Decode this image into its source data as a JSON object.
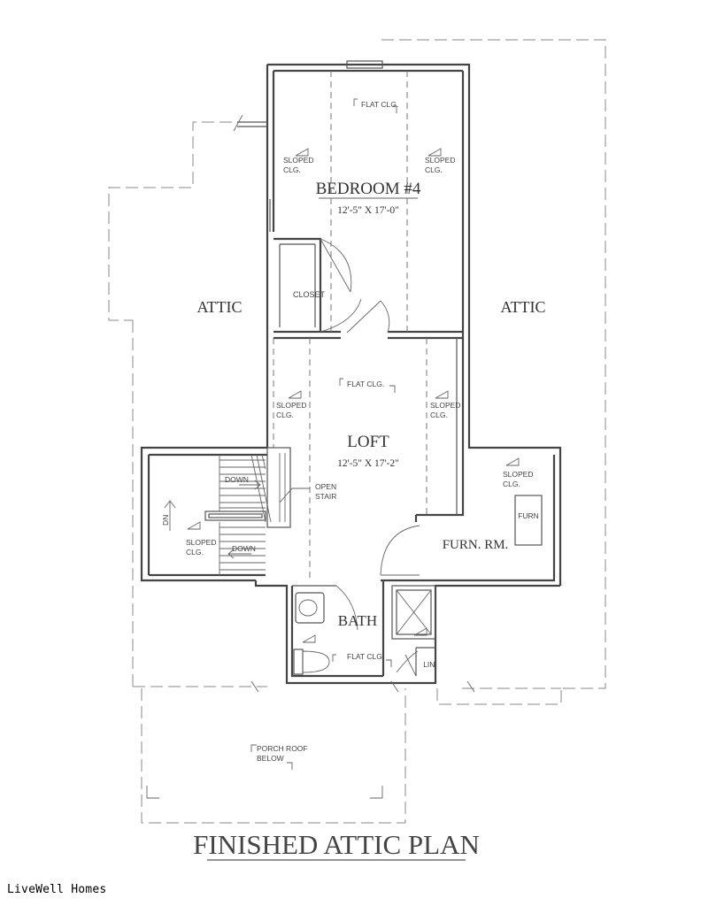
{
  "title": "FINISHED ATTIC PLAN",
  "brand": "LiveWell Homes",
  "rooms": {
    "bedroom": {
      "name": "BEDROOM #4",
      "size": "12'-5\" X 17'-0\""
    },
    "loft": {
      "name": "LOFT",
      "size": "12'-5\" X 17'-2\""
    },
    "attic_left": "ATTIC",
    "attic_right": "ATTIC",
    "closet": "CLOSET",
    "bath": "BATH",
    "furn_room": "FURN. RM.",
    "furn": "FURN",
    "linen": "LIN."
  },
  "notes": {
    "flat_clg": "FLAT CLG.",
    "sloped": "SLOPED",
    "clg": "CLG.",
    "open": "OPEN",
    "stair": "STAIR",
    "down": "DOWN",
    "dn": "DN",
    "porch_roof": "PORCH ROOF",
    "below": "BELOW"
  }
}
